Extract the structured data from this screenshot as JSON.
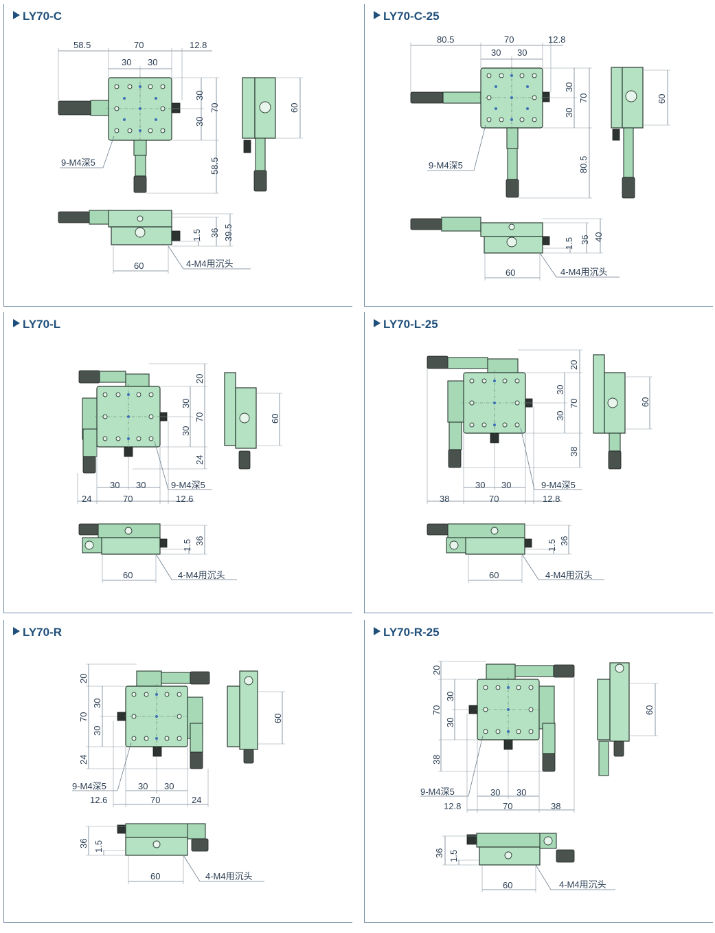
{
  "panels": [
    {
      "id": "ly70-c",
      "title": "LY70-C",
      "dims": {
        "left": "58.5",
        "width": "70",
        "right": "12.8",
        "half_a": "30",
        "half_b": "30",
        "vert_a": "30",
        "vert_b": "30",
        "vert_total": "70",
        "bottom_ext": "58.5",
        "side": "60",
        "base": "60",
        "height": "36",
        "height_total": "39.5",
        "base_offset": "1.5"
      },
      "callouts": {
        "tapped_holes": "9-M4深5",
        "counterbore": "4-M4用沉头"
      }
    },
    {
      "id": "ly70-c-25",
      "title": "LY70-C-25",
      "dims": {
        "left": "80.5",
        "width": "70",
        "right": "12.8",
        "half_a": "30",
        "half_b": "30",
        "vert_a": "30",
        "vert_b": "30",
        "vert_total": "70",
        "bottom_ext": "80.5",
        "side": "60",
        "base": "60",
        "height": "36",
        "height_total": "40",
        "base_offset": "1.5"
      },
      "callouts": {
        "tapped_holes": "9-M4深5",
        "counterbore": "4-M4用沉头"
      }
    },
    {
      "id": "ly70-l",
      "title": "LY70-L",
      "dims": {
        "top": "20",
        "vert_a": "30",
        "vert_b": "30",
        "vert_total": "70",
        "bottom": "24",
        "half_a": "30",
        "half_b": "30",
        "left": "24",
        "width": "70",
        "right": "12.6",
        "side": "60",
        "base": "60",
        "height": "36",
        "base_offset": "1.5"
      },
      "callouts": {
        "tapped_holes": "9-M4深5",
        "counterbore": "4-M4用沉头"
      }
    },
    {
      "id": "ly70-l-25",
      "title": "LY70-L-25",
      "dims": {
        "top": "20",
        "vert_a": "30",
        "vert_b": "30",
        "vert_total": "70",
        "bottom": "38",
        "half_a": "30",
        "half_b": "30",
        "left": "38",
        "width": "70",
        "right": "12.8",
        "side": "60",
        "base": "60",
        "height": "36",
        "base_offset": "1.5"
      },
      "callouts": {
        "tapped_holes": "9-M4深5",
        "counterbore": "4-M4用沉头"
      }
    },
    {
      "id": "ly70-r",
      "title": "LY70-R",
      "dims": {
        "top": "20",
        "vert_a": "30",
        "vert_b": "30",
        "vert_total": "70",
        "bottom": "24",
        "half_a": "30",
        "half_b": "30",
        "left": "12.6",
        "width": "70",
        "right": "24",
        "side": "60",
        "base": "60",
        "height": "36",
        "base_offset": "1.5"
      },
      "callouts": {
        "tapped_holes": "9-M4深5",
        "counterbore": "4-M4用沉头"
      }
    },
    {
      "id": "ly70-r-25",
      "title": "LY70-R-25",
      "dims": {
        "top": "20",
        "vert_a": "30",
        "vert_b": "30",
        "vert_total": "70",
        "bottom": "38",
        "half_a": "30",
        "half_b": "30",
        "left": "12.8",
        "width": "70",
        "right": "38",
        "side": "60",
        "base": "60",
        "height": "36",
        "base_offset": "1.5"
      },
      "callouts": {
        "tapped_holes": "9-M4深5",
        "counterbore": "4-M4用沉头"
      }
    }
  ],
  "colors": {
    "stage_body": "#b4e2c2",
    "outline": "#2b3a32",
    "knob": "#2c3330",
    "dimension": "#6d7d8d",
    "title": "#1f4f7a"
  }
}
